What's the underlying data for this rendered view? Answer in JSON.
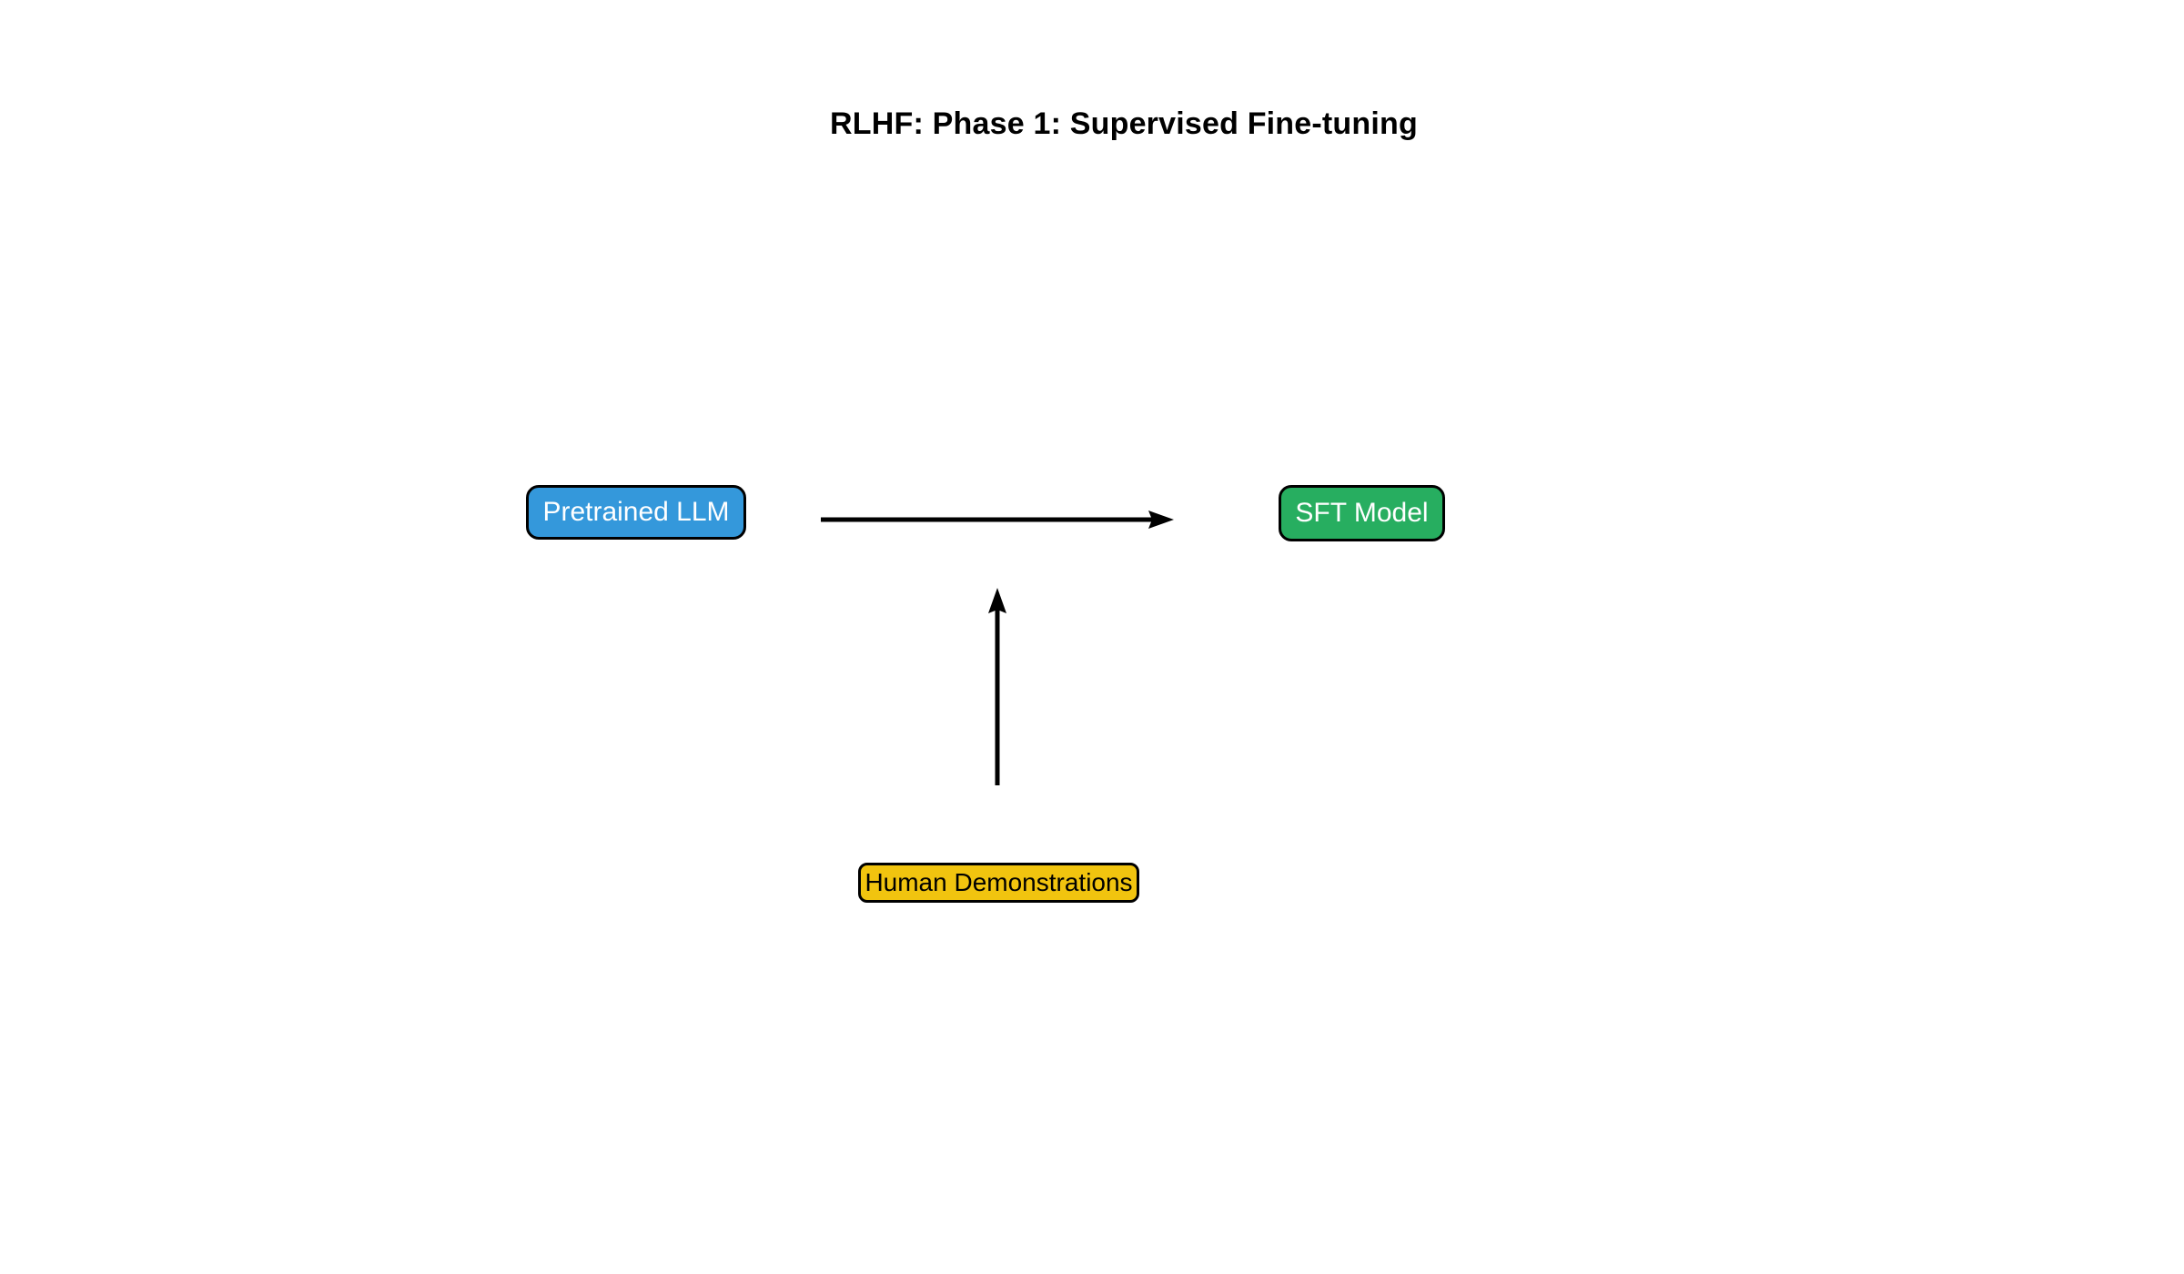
{
  "diagram": {
    "title": "RLHF: Phase 1: Supervised Fine-tuning",
    "background_color": "#ffffff",
    "arrow_color": "#000000",
    "node_border_color": "#000000",
    "nodes": [
      {
        "id": "pretrained-llm",
        "label": "Pretrained LLM",
        "fill": "#3498db",
        "text_color": "#ffffff"
      },
      {
        "id": "sft-model",
        "label": "SFT Model",
        "fill": "#27ae60",
        "text_color": "#ffffff"
      },
      {
        "id": "human-demonstrations",
        "label": "Human Demonstrations",
        "fill": "#f1c40f",
        "text_color": "#000000"
      }
    ],
    "edges": [
      {
        "id": "pretrained-to-sft",
        "from": "Pretrained LLM",
        "to": "SFT Model",
        "direction": "right"
      },
      {
        "id": "demonstrations-to-training",
        "from": "Human Demonstrations",
        "to": "pretrained-to-sft",
        "direction": "up"
      }
    ]
  }
}
